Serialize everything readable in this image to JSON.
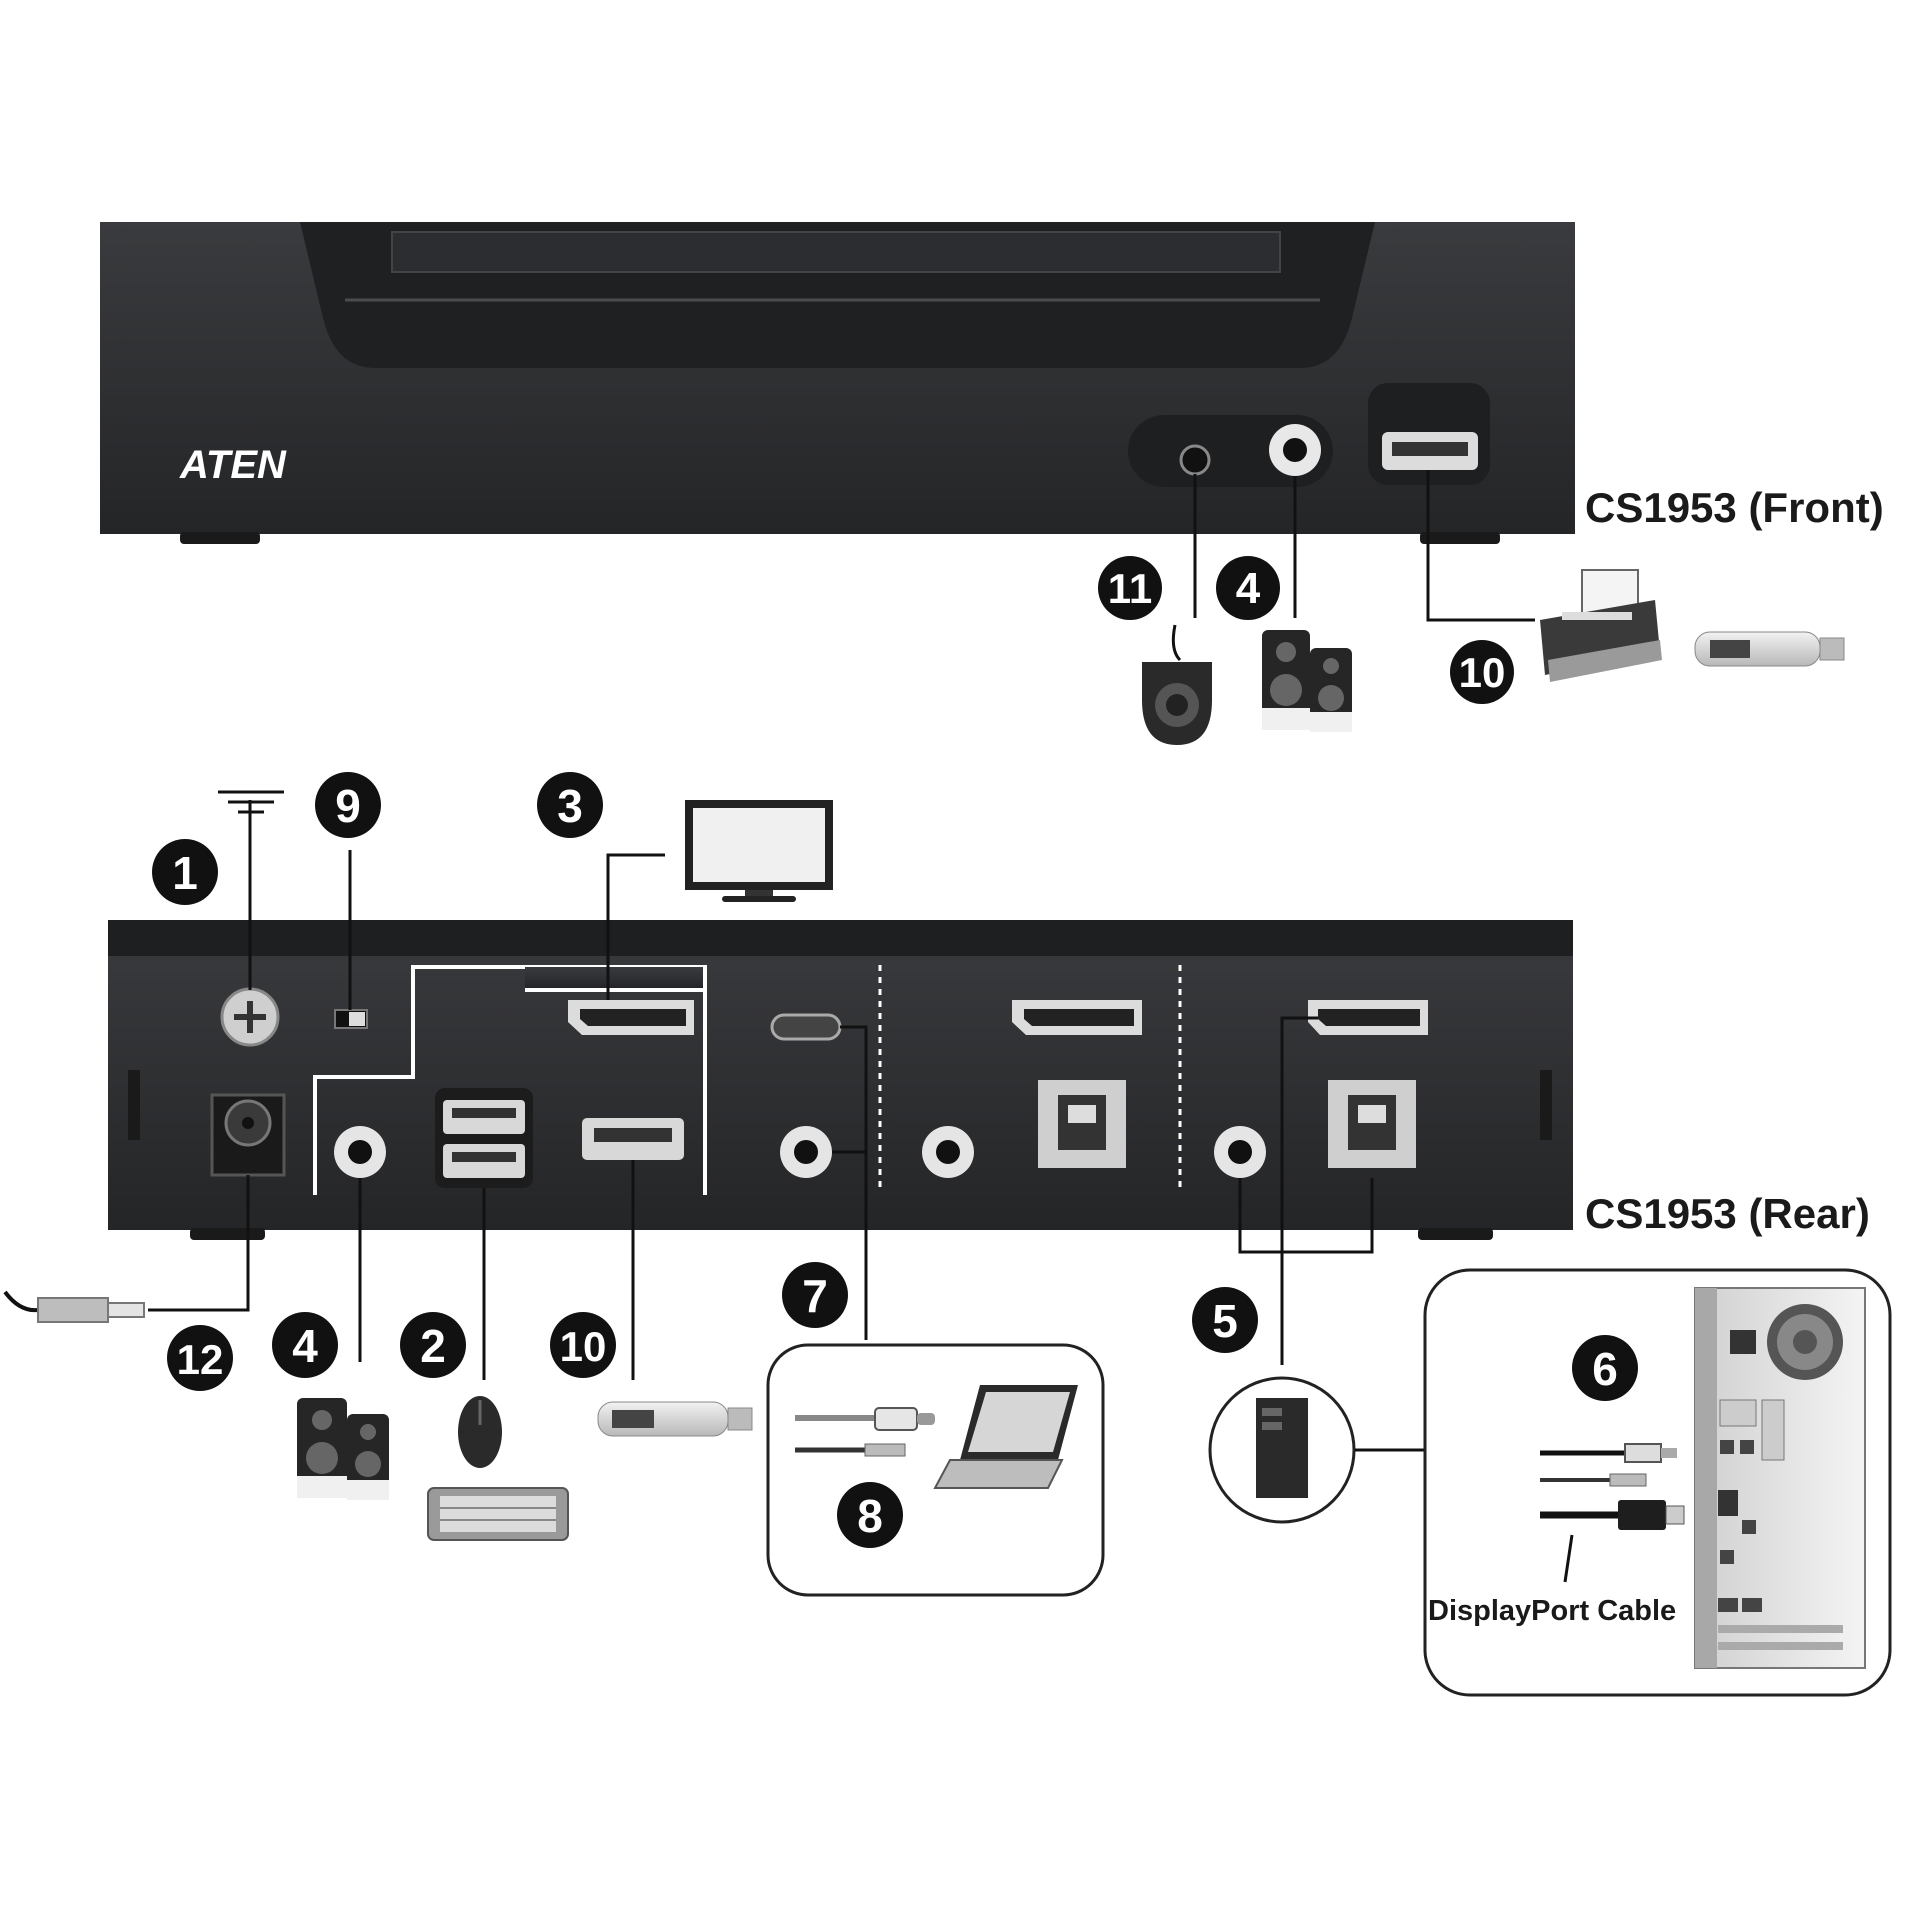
{
  "brand": {
    "logo": "ATEN"
  },
  "front": {
    "title": "CS1953 (Front)"
  },
  "rear": {
    "title": "CS1953 (Rear)"
  },
  "cable_label": "DisplayPort Cable",
  "callouts": {
    "n1": "1",
    "n2": "2",
    "n3": "3",
    "n4_front": "4",
    "n4_rear": "4",
    "n5": "5",
    "n6": "6",
    "n7": "7",
    "n8": "8",
    "n9": "9",
    "n10_front": "10",
    "n10_rear": "10",
    "n11": "11",
    "n12": "12"
  },
  "colors": {
    "chassis": "#2f3032",
    "chassis_dark": "#1d1e20",
    "line": "#111111",
    "callout": "#111111"
  }
}
